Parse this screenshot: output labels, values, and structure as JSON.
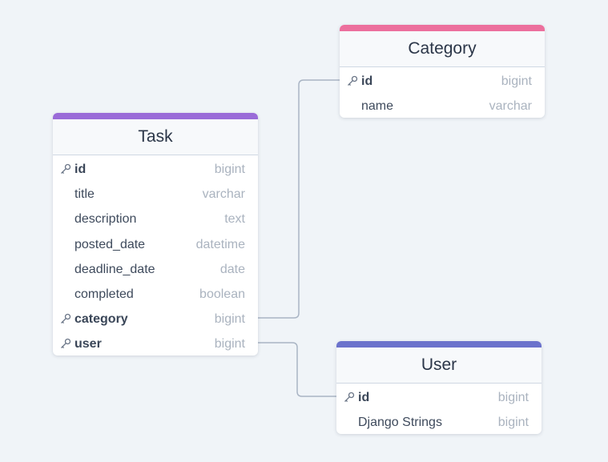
{
  "colors": {
    "background": "#f0f4f8",
    "connector": "#a9b4c4",
    "task_accent": "#9a6bd8",
    "category_accent": "#ec6f9d",
    "user_accent": "#6b72cc"
  },
  "tables": {
    "task": {
      "name": "Task",
      "fields": [
        {
          "name": "id",
          "type": "bigint",
          "key": true
        },
        {
          "name": "title",
          "type": "varchar",
          "key": false
        },
        {
          "name": "description",
          "type": "text",
          "key": false
        },
        {
          "name": "posted_date",
          "type": "datetime",
          "key": false
        },
        {
          "name": "deadline_date",
          "type": "date",
          "key": false
        },
        {
          "name": "completed",
          "type": "boolean",
          "key": false
        },
        {
          "name": "category",
          "type": "bigint",
          "key": true
        },
        {
          "name": "user",
          "type": "bigint",
          "key": true
        }
      ]
    },
    "category": {
      "name": "Category",
      "fields": [
        {
          "name": "id",
          "type": "bigint",
          "key": true
        },
        {
          "name": "name",
          "type": "varchar",
          "key": false
        }
      ]
    },
    "user": {
      "name": "User",
      "fields": [
        {
          "name": "id",
          "type": "bigint",
          "key": true
        },
        {
          "name": "Django Strings",
          "type": "bigint",
          "key": false
        }
      ]
    }
  },
  "relations": [
    {
      "from": "task.category",
      "to": "category.id"
    },
    {
      "from": "task.user",
      "to": "user.id"
    }
  ],
  "icons": {
    "key_field": "key-icon"
  }
}
